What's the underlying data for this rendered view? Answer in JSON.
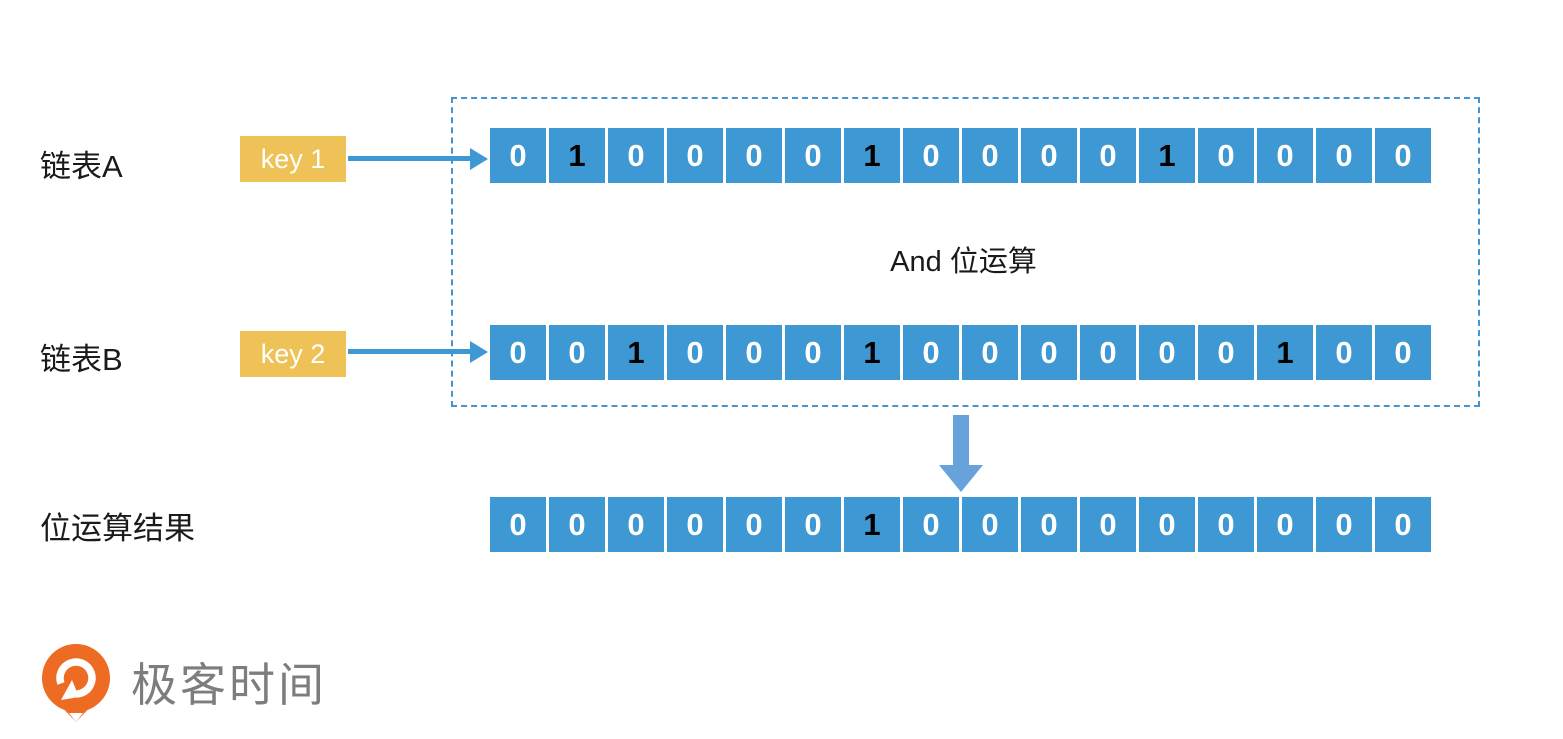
{
  "diagram": {
    "operation_label": "And 位运算",
    "row_a": {
      "label": "链表A",
      "key_label": "key 1",
      "bits": [
        0,
        1,
        0,
        0,
        0,
        0,
        1,
        0,
        0,
        0,
        0,
        1,
        0,
        0,
        0,
        0
      ]
    },
    "row_b": {
      "label": "链表B",
      "key_label": "key 2",
      "bits": [
        0,
        0,
        1,
        0,
        0,
        0,
        1,
        0,
        0,
        0,
        0,
        0,
        0,
        1,
        0,
        0
      ]
    },
    "result": {
      "label": "位运算结果",
      "bits": [
        0,
        0,
        0,
        0,
        0,
        0,
        1,
        0,
        0,
        0,
        0,
        0,
        0,
        0,
        0,
        0
      ]
    },
    "colors": {
      "cell_blue": "#3D98D4",
      "arrow_blue": "#3D98D4",
      "down_arrow_blue": "#68A2DA",
      "dashed_border": "#4693CE",
      "key_yellow": "#EEC257",
      "bit_one_color": "#000000",
      "bit_zero_color": "#FFFFFF",
      "label_color": "#1A1A1A",
      "logo_orange": "#EE6B23",
      "logo_text_gray": "#7D7D7D"
    }
  },
  "branding": {
    "logo_text": "极客时间"
  }
}
